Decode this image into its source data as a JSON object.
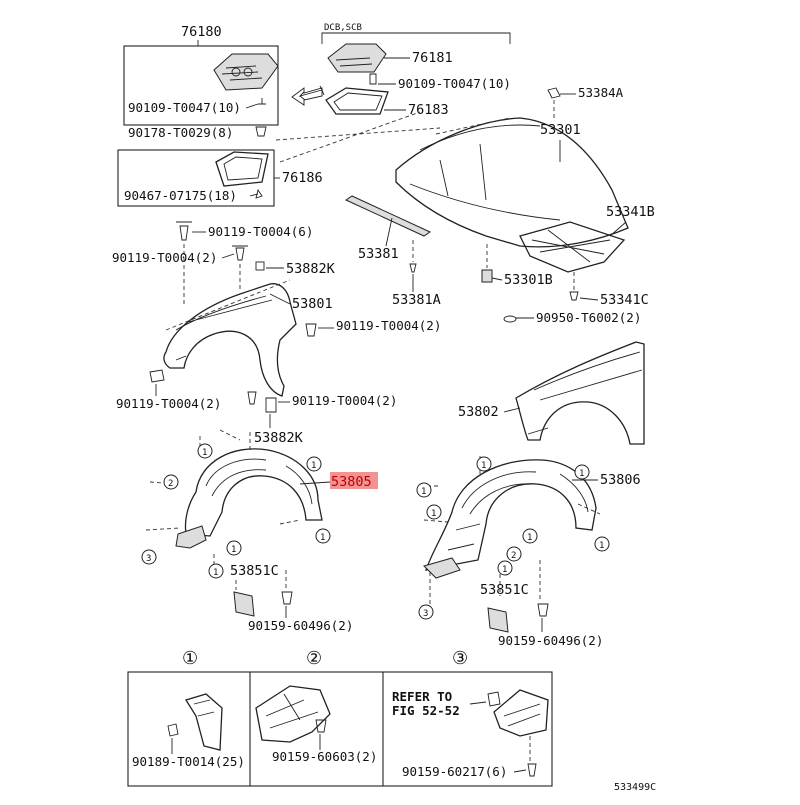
{
  "diagram": {
    "labels": {
      "p76180": "76180",
      "p76181": "76181",
      "p76183": "76183",
      "p76186": "76186",
      "dcb_scb": "DCB,SCB",
      "b90109a": "90109-T0047(10)",
      "b90109b": "90109-T0047(10)",
      "b90178": "90178-T0029(8)",
      "b90467": "90467-07175(18)",
      "p53384a": "53384A",
      "p53301": "53301",
      "p53341b": "53341B",
      "p53381": "53381",
      "p53381a": "53381A",
      "p53301b": "53301B",
      "p53341c": "53341C",
      "b90950": "90950-T6002(2)",
      "b90119a": "90119-T0004(6)",
      "b90119b": "90119-T0004(2)",
      "p53882k_a": "53882K",
      "p53801": "53801",
      "b90119c": "90119-T0004(2)",
      "b90119d": "90119-T0004(2)",
      "b90119e": "90119-T0004(2)",
      "p53882k_b": "53882K",
      "p53802": "53802",
      "p53805": "53805",
      "p53806": "53806",
      "p53851c_a": "53851C",
      "p53851c_b": "53851C",
      "b90159a": "90159-60496(2)",
      "b90159b": "90159-60496(2)",
      "detail1_num": "①",
      "detail2_num": "②",
      "detail3_num": "③",
      "refer_line1": "REFER TO",
      "refer_line2": "FIG 52-52",
      "b90189": "90189-T0014(25)",
      "b90159c": "90159-60603(2)",
      "b90159d": "90159-60217(6)",
      "diagram_id": "533499C",
      "c1": "1",
      "c2": "2",
      "c3": "3"
    },
    "colors": {
      "highlight": "#f08080",
      "line": "#222222"
    }
  }
}
